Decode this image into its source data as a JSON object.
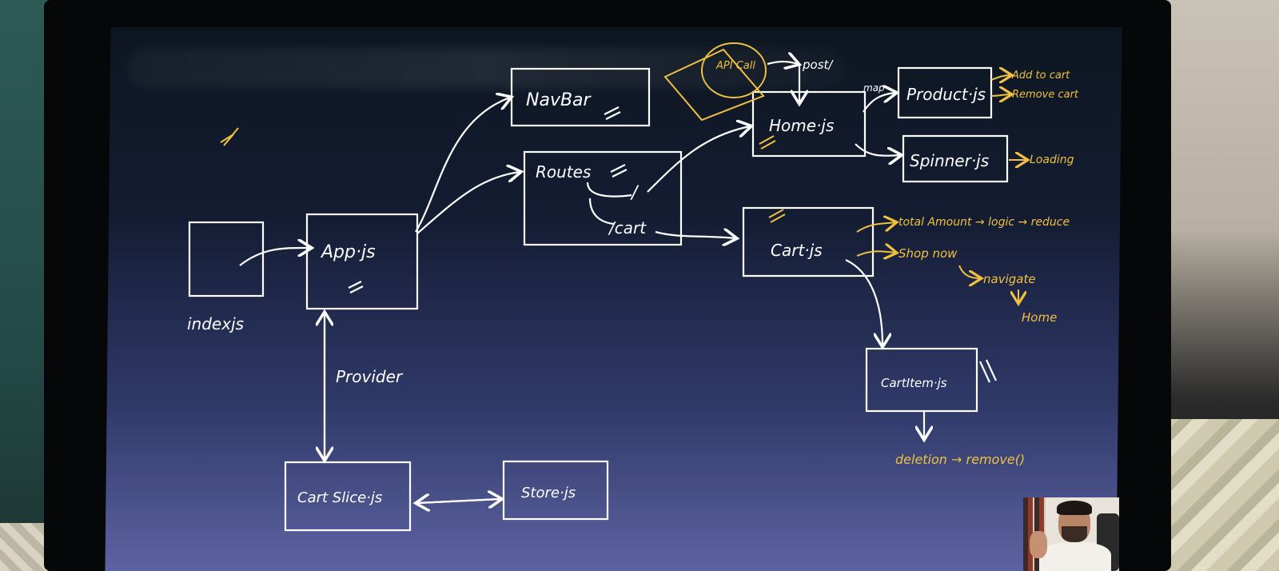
{
  "scene": "laptop screen photo of a hand-drawn component diagram",
  "colors": {
    "ink": "#ffffff",
    "highlight": "#f0c040"
  },
  "boxes": {
    "index": "indexjs",
    "app": "App·js",
    "navbar": "NavBar",
    "routes": "Routes",
    "route_home": "/",
    "route_cart": "/cart",
    "home": "Home·js",
    "cart": "Cart·js",
    "product": "Product·js",
    "spinner": "Spinner·js",
    "cartitem": "CartItem·js",
    "slice": "Cart Slice·js",
    "store": "Store·js"
  },
  "edges": {
    "provider": "Provider",
    "api_call": "API Call",
    "post": "post/",
    "map": "map"
  },
  "notes": {
    "add_to_cart": "Add to cart",
    "remove_cart": "Remove cart",
    "loading": "Loading",
    "total_amount": "total Amount → logic → reduce",
    "shop_now": "Shop now",
    "navigate": "navigate",
    "home": "Home",
    "deletion": "deletion → remove()"
  }
}
